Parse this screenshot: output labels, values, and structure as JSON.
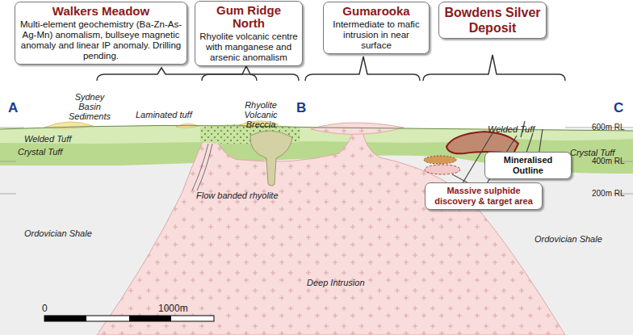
{
  "diagram": {
    "nodes": [
      {
        "text": [
          "Walkers Meadow",
          "Multi-element geochemistry (Ba-Zn-As-Ag-Mn) anomalism, bullseye magnetic anomaly and linear IP anomaly. Drilling pending."
        ]
      },
      {
        "text": [
          "Gum Ridge North",
          "Rhyolite volcanic centre with manganese and arsenic anomalism"
        ]
      },
      {
        "text": [
          "Gumarooka",
          "Intermediate to mafic intrusion in near surface"
        ]
      },
      {
        "text": [
          "Bowdens Silver Deposit"
        ]
      },
      {
        "text": [
          "Mineralised Outline"
        ]
      },
      {
        "text": [
          "Massive sulphide discovery & target area"
        ]
      }
    ],
    "labels": [
      "A",
      "B",
      "C",
      "Sydney Basin Sediments",
      "Laminated tuff",
      "Welded Tuff",
      "Crystal Tuff",
      "Rhyolite Volcanic Breccia",
      "Flow banded rhyolite",
      "Ordovician Shale",
      "Deep Intrusion",
      "Welded Tuff",
      "Crystal Tuff",
      "Ordovician Shale",
      "600m RL",
      "400m RL",
      "200m RL",
      "0",
      "1000m"
    ]
  }
}
